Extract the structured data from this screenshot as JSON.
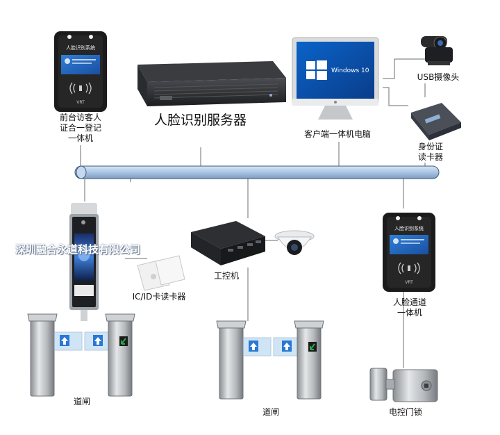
{
  "labels": {
    "front_desk": "前台访客人\n证合一登记\n一体机",
    "server": "人脸识别服务器",
    "client_pc": "客户端一体机电脑",
    "usb_camera": "USB摄像头",
    "id_reader": "身份证\n读卡器",
    "ic_reader": "IC/ID卡读卡器",
    "industrial_pc": "工控机",
    "face_terminal": "人脸通道\n一体机",
    "gate_left": "道闸",
    "gate_middle": "道闸",
    "door_lock": "电控门锁"
  },
  "device_screen": {
    "title": "人脸识别系统",
    "brand": "VRT"
  },
  "windows_label": "Windows 10",
  "watermark": "深圳融合永道科技有限公司",
  "colors": {
    "bus": "#a9c4e4",
    "bus_edge": "#3a5878",
    "terminal_body": "#1b1b1b",
    "screen_blue": "#1f5fb8",
    "gate_steel": "#b9bcbe",
    "arrow_blue": "#2a78d4",
    "arrow_green": "#2aa84a"
  }
}
